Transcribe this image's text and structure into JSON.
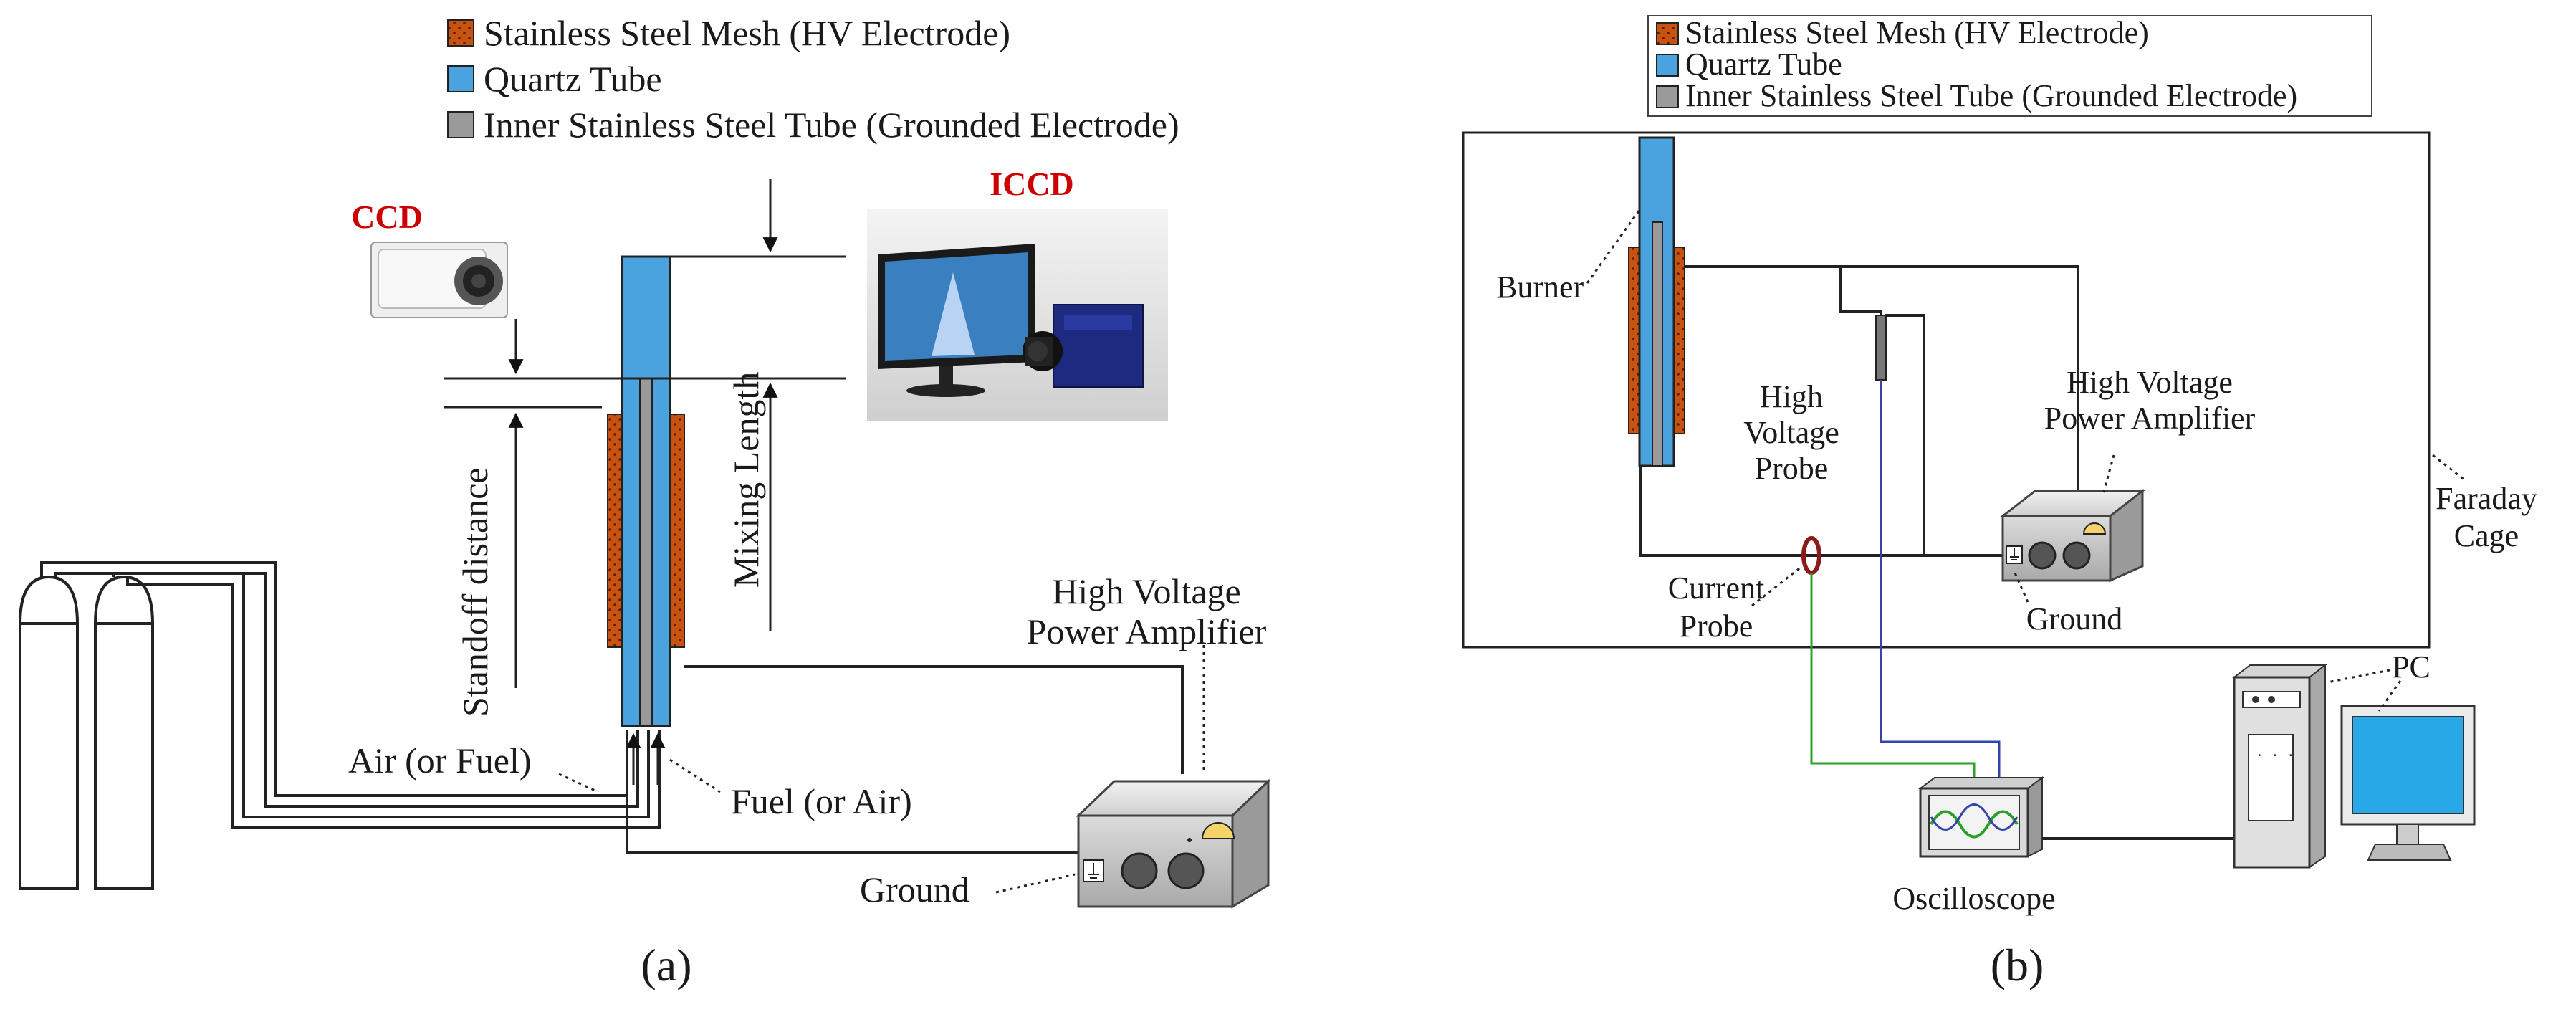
{
  "legend": {
    "mesh": "Stainless Steel Mesh (HV Electrode)",
    "quartz": "Quartz Tube",
    "inner": "Inner Stainless Steel Tube (Grounded Electrode)"
  },
  "colors": {
    "mesh": "#c8520f",
    "quartz": "#4aa3df",
    "inner": "#9a9a9a",
    "accent_red": "#cc0000",
    "current_wire": "#2aa02a",
    "voltage_wire": "#3344aa",
    "current_probe": "#8b1a1a",
    "monitor": "#29a8e8"
  },
  "panel_a": {
    "ccd": "CCD",
    "iccd": "ICCD",
    "standoff": "Standoff distance",
    "mixing": "Mixing Length",
    "hv_amp_line1": "High Voltage",
    "hv_amp_line2": "Power Amplifier",
    "air": "Air (or Fuel)",
    "fuel": "Fuel (or Air)",
    "ground": "Ground",
    "caption": "(a)"
  },
  "panel_b": {
    "burner": "Burner",
    "hv_probe_1": "High",
    "hv_probe_2": "Voltage",
    "hv_probe_3": "Probe",
    "hv_amp_line1": "High Voltage",
    "hv_amp_line2": "Power Amplifier",
    "faraday_1": "Faraday",
    "faraday_2": "Cage",
    "current_1": "Current",
    "current_2": "Probe",
    "ground": "Ground",
    "oscilloscope": "Oscilloscope",
    "pc": "PC",
    "caption": "(b)"
  }
}
